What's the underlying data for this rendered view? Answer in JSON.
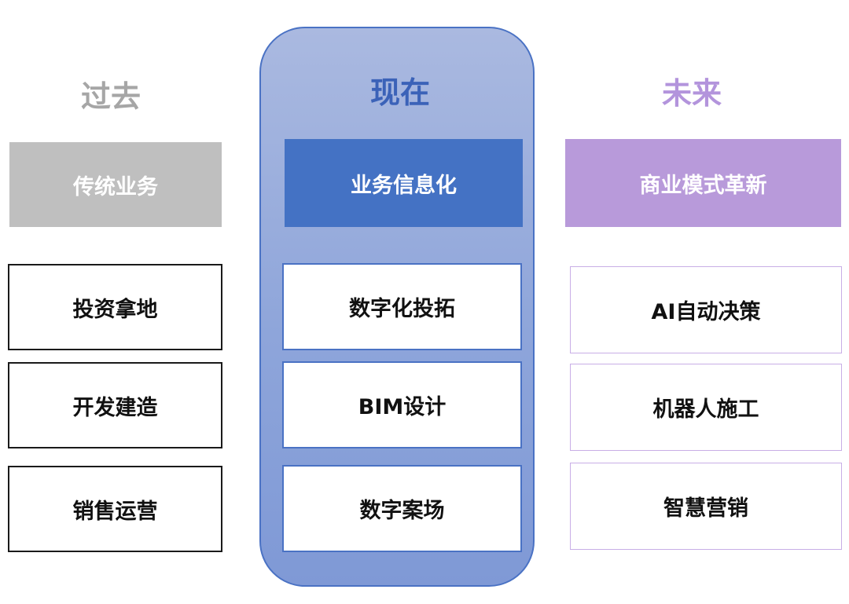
{
  "columns": {
    "past": {
      "title": "过去",
      "header": "传统业务",
      "items": [
        "投资拿地",
        "开发建造",
        "销售运营"
      ]
    },
    "now": {
      "title": "现在",
      "header": "业务信息化",
      "items": [
        "数字化投拓",
        "BIM设计",
        "数字案场"
      ]
    },
    "future": {
      "title": "未来",
      "header": "商业模式革新",
      "items": [
        "AI自动决策",
        "机器人施工",
        "智慧营销"
      ]
    }
  },
  "colors": {
    "past_title": "#a6a6a6",
    "now_title": "#3b62b8",
    "future_title": "#b394dc",
    "past_header": "#bfbfbf",
    "now_header": "#4472c4",
    "future_header": "#b89ada",
    "now_pill": "#8ea5da"
  }
}
